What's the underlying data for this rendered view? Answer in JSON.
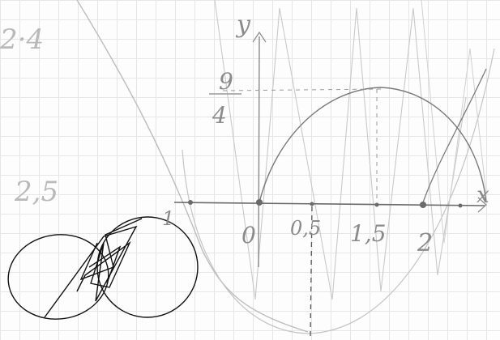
{
  "labels": {
    "top_left": "2·4",
    "y_axis": "y",
    "frac_num": "9",
    "frac_den": "4",
    "left_value": "2,5",
    "x_axis": "x",
    "left_tick": "1",
    "origin": "0",
    "tick_05": "0,5",
    "tick_15": "1,5",
    "tick_2": "2"
  },
  "colors": {
    "ink": "#6f6f6f",
    "ink_light": "#b9b9b9",
    "ink_dark": "#111111",
    "paper": "#fdfdfd",
    "grid": "#e6e6e6"
  }
}
